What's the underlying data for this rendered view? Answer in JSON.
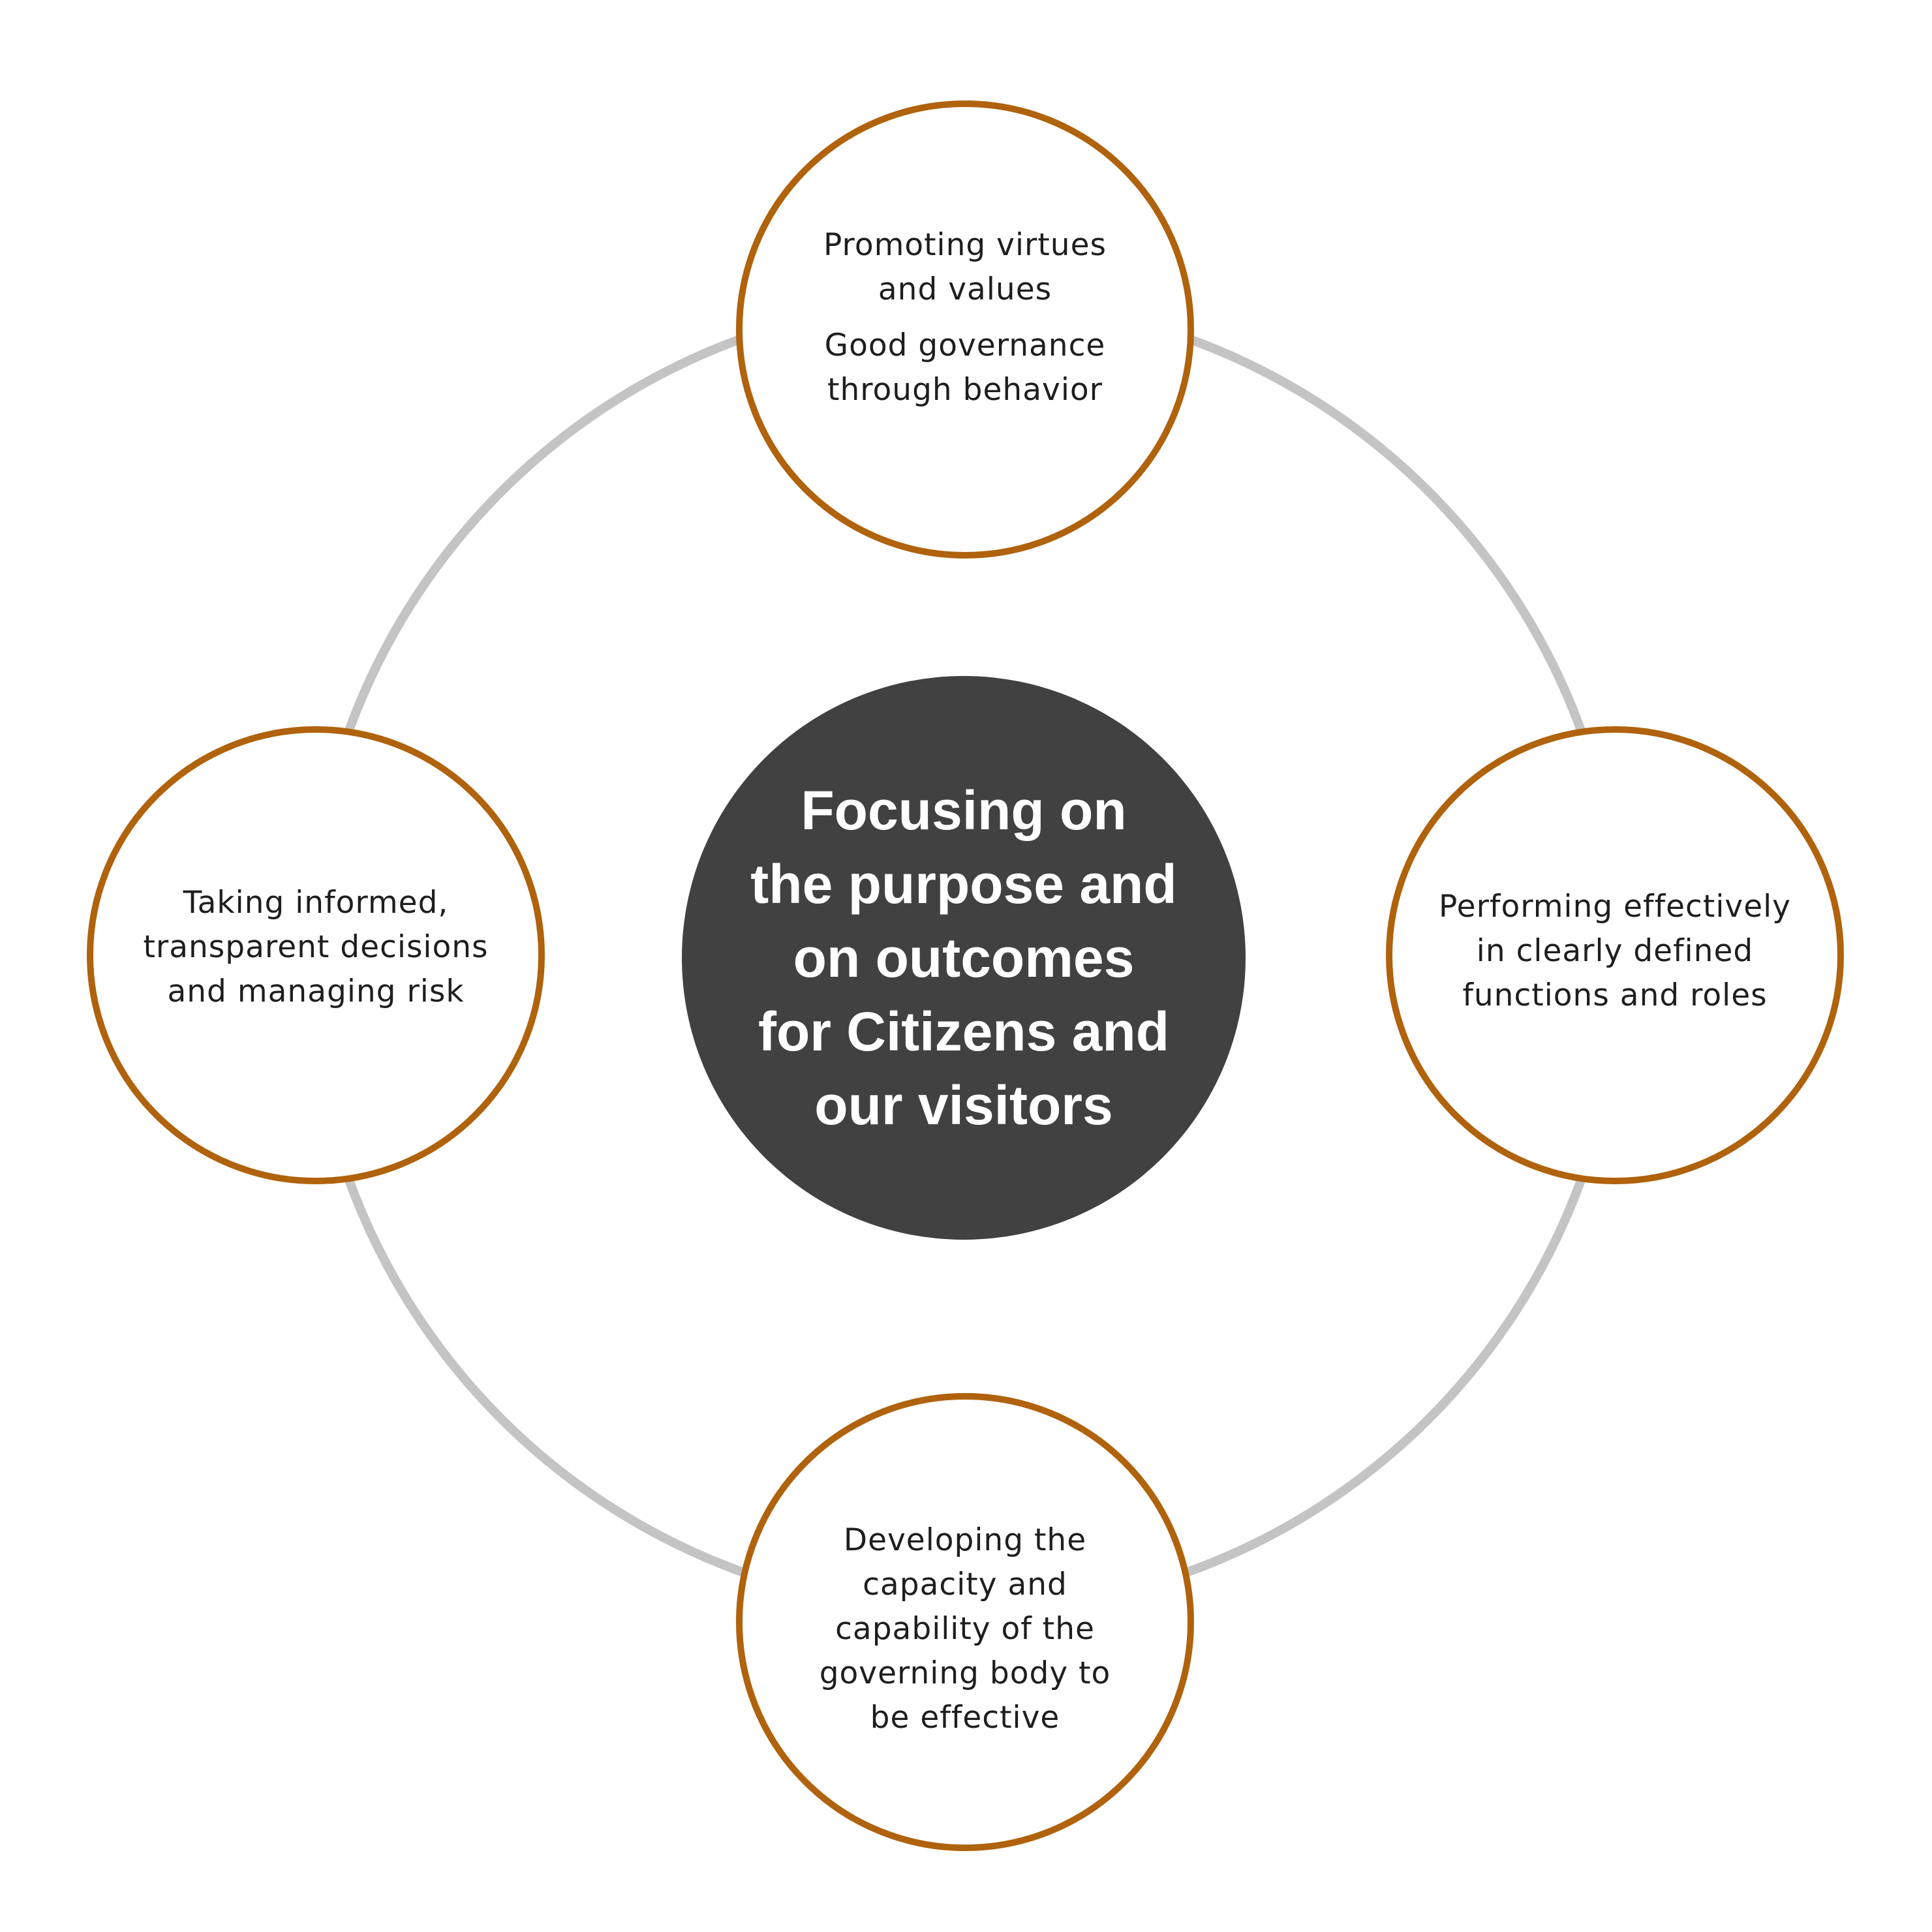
{
  "colors": {
    "ring": "#c4c4c4",
    "node_border": "#b0620c",
    "center_fill": "#414141",
    "center_text": "#ffffff",
    "node_text": "#1e1e1e"
  },
  "center": {
    "lines": [
      "Focusing on",
      "the purpose and",
      "on outcomes",
      "for Citizens and",
      "our visitors"
    ]
  },
  "nodes": {
    "top": {
      "group1": [
        "Promoting virtues",
        "and values"
      ],
      "group2": [
        "Good governance",
        "through behavior"
      ]
    },
    "left": {
      "lines": [
        "Taking informed,",
        "transparent decisions",
        "and managing risk"
      ]
    },
    "right": {
      "lines": [
        "Performing effectively",
        "in clearly defined",
        "functions and roles"
      ]
    },
    "bottom": {
      "lines": [
        "Developing the",
        "capacity and",
        "capability of the",
        "governing body to",
        "be effective"
      ]
    }
  }
}
